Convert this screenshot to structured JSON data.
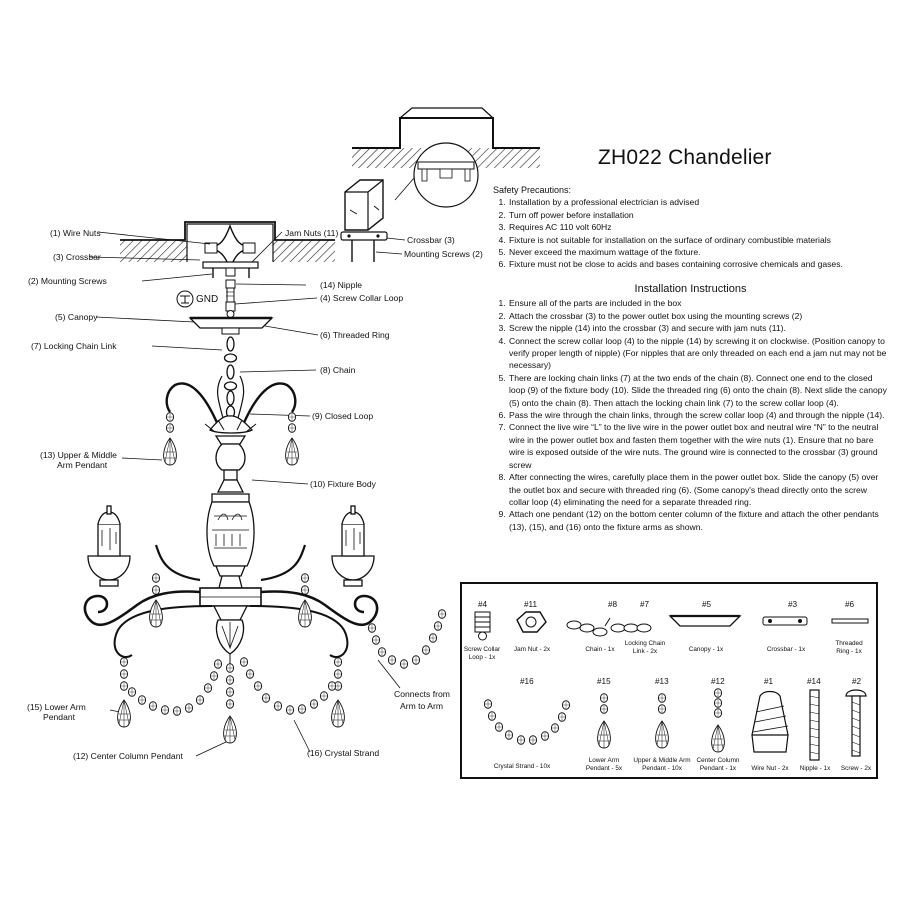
{
  "title": "ZH022 Chandelier",
  "safety": {
    "heading": "Safety Precautions:",
    "items": [
      "Installation by a professional electrician is advised",
      "Turn off power before installation",
      "Requires AC 110 volt 60Hz",
      "Fixture is not suitable for installation on the surface of ordinary combustible materials",
      "Never exceed the maximum wattage of the fixture.",
      "Fixture must not be close to acids and bases containing corrosive chemicals and gases."
    ]
  },
  "installation": {
    "heading": "Installation Instructions",
    "items": [
      "Ensure all of the parts are included in the box",
      "Attach the crossbar (3) to the power outlet box using the mounting screws (2)",
      "Screw the nipple (14) into the crossbar (3) and secure with jam nuts (11).",
      "Connect the screw collar loop (4) to the nipple (14) by screwing it on clockwise. (Position canopy to verify proper length of nipple) (For nipples that are only threaded on each end a jam nut may not be necessary)",
      "There are locking chain links (7) at the two ends of the chain (8). Connect one end to the closed loop (9) of the fixture body (10). Slide the threaded ring (6) onto the chain (8). Next slide the canopy (5) onto the chain (8). Then attach the locking chain link (7) to the screw collar loop (4).",
      "Pass the wire through the chain links, through the screw collar loop (4) and through the nipple (14).",
      "Connect the live wire “L” to the live wire in the power outlet box and neutral wire “N” to the neutral wire in the power outlet box and fasten them together with the wire nuts (1). Ensure that no bare wire is exposed outside of the wire nuts. The ground wire is connected to the crossbar (3) ground screw",
      "After connecting the wires, carefully place them in the power outlet box. Slide the canopy (5) over the outlet box and secure with threaded ring (6). (Some canopy's thead directly onto the screw collar loop (4) eliminating the need for a separate threaded ring.",
      "Attach one pendant (12) on the bottom center column of the fixture and attach the other pendants (13), (15), and (16) onto the fixture arms as shown."
    ]
  },
  "labels": {
    "wire_nuts": "(1) Wire Nuts",
    "crossbar_left": "(3) Crossbar",
    "mounting_screws_left": "(2) Mounting Screws",
    "gnd": "GND",
    "canopy": "(5) Canopy",
    "locking_chain_link": "(7) Locking Chain Link",
    "jam_nuts": "Jam Nuts (11)",
    "crossbar_right": "Crossbar (3)",
    "mounting_screws_right": "Mounting Screws (2)",
    "nipple": "(14) Nipple",
    "screw_collar_loop": "(4) Screw Collar Loop",
    "threaded_ring": "(6) Threaded Ring",
    "chain": "(8) Chain",
    "closed_loop": "(9) Closed Loop",
    "upper_middle_pendant_1": "(13) Upper & Middle",
    "upper_middle_pendant_2": "Arm Pendant",
    "fixture_body": "(10) Fixture Body",
    "lower_arm_pendant_1": "(15) Lower Arm",
    "lower_arm_pendant_2": "Pendant",
    "center_column_pendant": "(12) Center Column Pendant",
    "crystal_strand": "(16) Crystal Strand",
    "connects_1": "Connects from",
    "connects_2": "Arm to Arm"
  },
  "parts": [
    {
      "num": "#4",
      "l1": "Screw Collar",
      "l2": "Loop - 1x"
    },
    {
      "num": "#11",
      "l1": "Jam Nut - 2x",
      "l2": ""
    },
    {
      "num": "#8",
      "l1": "Chain - 1x",
      "l2": ""
    },
    {
      "num": "#7",
      "l1": "Locking Chain",
      "l2": "Link - 2x"
    },
    {
      "num": "#5",
      "l1": "Canopy - 1x",
      "l2": ""
    },
    {
      "num": "#3",
      "l1": "Crossbar - 1x",
      "l2": ""
    },
    {
      "num": "#6",
      "l1": "Threaded",
      "l2": "Ring - 1x"
    },
    {
      "num": "#16",
      "l1": "Crystal Strand - 10x",
      "l2": ""
    },
    {
      "num": "#15",
      "l1": "Lower Arm",
      "l2": "Pendant - 5x"
    },
    {
      "num": "#13",
      "l1": "Upper & Middle Arm",
      "l2": "Pendant - 10x"
    },
    {
      "num": "#12",
      "l1": "Center Column",
      "l2": "Pendant - 1x"
    },
    {
      "num": "#1",
      "l1": "Wire Nut - 2x",
      "l2": ""
    },
    {
      "num": "#14",
      "l1": "Nipple - 1x",
      "l2": ""
    },
    {
      "num": "#2",
      "l1": "Screw - 2x",
      "l2": ""
    }
  ]
}
